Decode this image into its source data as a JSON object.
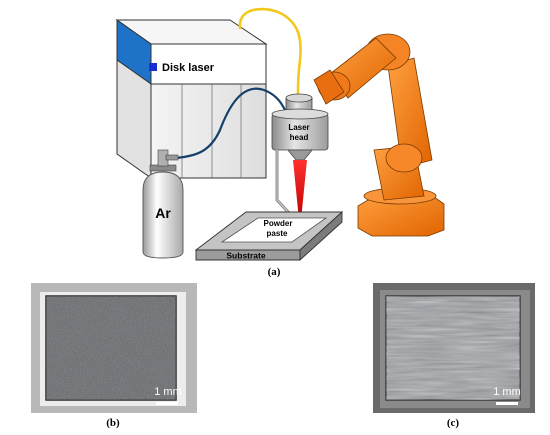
{
  "diagram": {
    "laser_label": "Disk laser",
    "head_label_line1": "Laser",
    "head_label_line2": "head",
    "gas_label": "Ar",
    "paste_label_line1": "Powder",
    "paste_label_line2": "paste",
    "substrate_label": "Substrate",
    "caption_a": "(a)"
  },
  "photos": {
    "left_scale": "1 mm",
    "right_scale": "1 mm",
    "caption_b": "(b)",
    "caption_c": "(c)"
  },
  "colors": {
    "laser_accent": "#1e73c8",
    "laser_marker": "#1a2fd0",
    "robot": "#f07a1a",
    "fiber": "#f2c81c",
    "beam": "#e01818",
    "hose": "#16406a"
  }
}
